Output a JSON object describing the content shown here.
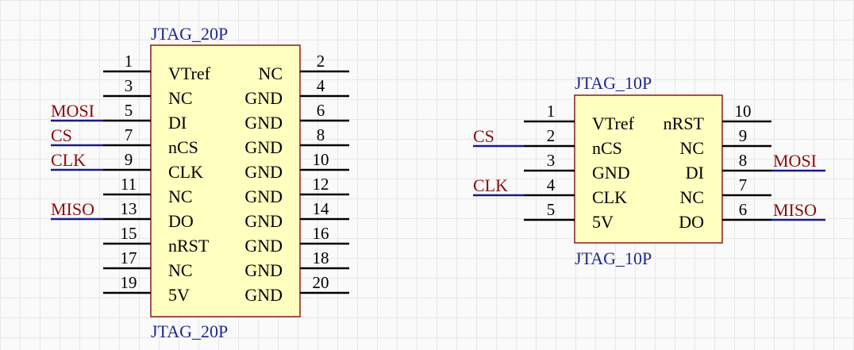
{
  "components": [
    {
      "id": "j20",
      "top_label": "JTAG_20P",
      "bottom_label": "JTAG_20P",
      "left_pins": [
        {
          "num": "1",
          "name": "VTref",
          "net": ""
        },
        {
          "num": "3",
          "name": "NC",
          "net": ""
        },
        {
          "num": "5",
          "name": "DI",
          "net": "MOSI"
        },
        {
          "num": "7",
          "name": "nCS",
          "net": "CS"
        },
        {
          "num": "9",
          "name": "CLK",
          "net": "CLK"
        },
        {
          "num": "11",
          "name": "NC",
          "net": ""
        },
        {
          "num": "13",
          "name": "DO",
          "net": "MISO"
        },
        {
          "num": "15",
          "name": "nRST",
          "net": ""
        },
        {
          "num": "17",
          "name": "NC",
          "net": ""
        },
        {
          "num": "19",
          "name": "5V",
          "net": ""
        }
      ],
      "right_pins": [
        {
          "num": "2",
          "name": "NC",
          "net": ""
        },
        {
          "num": "4",
          "name": "GND",
          "net": ""
        },
        {
          "num": "6",
          "name": "GND",
          "net": ""
        },
        {
          "num": "8",
          "name": "GND",
          "net": ""
        },
        {
          "num": "10",
          "name": "GND",
          "net": ""
        },
        {
          "num": "12",
          "name": "GND",
          "net": ""
        },
        {
          "num": "14",
          "name": "GND",
          "net": ""
        },
        {
          "num": "16",
          "name": "GND",
          "net": ""
        },
        {
          "num": "18",
          "name": "GND",
          "net": ""
        },
        {
          "num": "20",
          "name": "GND",
          "net": ""
        }
      ]
    },
    {
      "id": "j10",
      "top_label": "JTAG_10P",
      "bottom_label": "JTAG_10P",
      "left_pins": [
        {
          "num": "1",
          "name": "VTref",
          "net": ""
        },
        {
          "num": "2",
          "name": "nCS",
          "net": "CS"
        },
        {
          "num": "3",
          "name": "GND",
          "net": ""
        },
        {
          "num": "4",
          "name": "CLK",
          "net": "CLK"
        },
        {
          "num": "5",
          "name": "5V",
          "net": ""
        }
      ],
      "right_pins": [
        {
          "num": "10",
          "name": "nRST",
          "net": ""
        },
        {
          "num": "9",
          "name": "NC",
          "net": ""
        },
        {
          "num": "8",
          "name": "DI",
          "net": "MOSI"
        },
        {
          "num": "7",
          "name": "NC",
          "net": ""
        },
        {
          "num": "6",
          "name": "DO",
          "net": "MISO"
        }
      ]
    }
  ],
  "colors": {
    "body_fill": "#ffffc0",
    "body_stroke": "#8b1a1a",
    "designator": "#1f2a8a",
    "net_label": "#8b0a0a",
    "net_line": "#1a1a8c",
    "pin": "#000000"
  }
}
